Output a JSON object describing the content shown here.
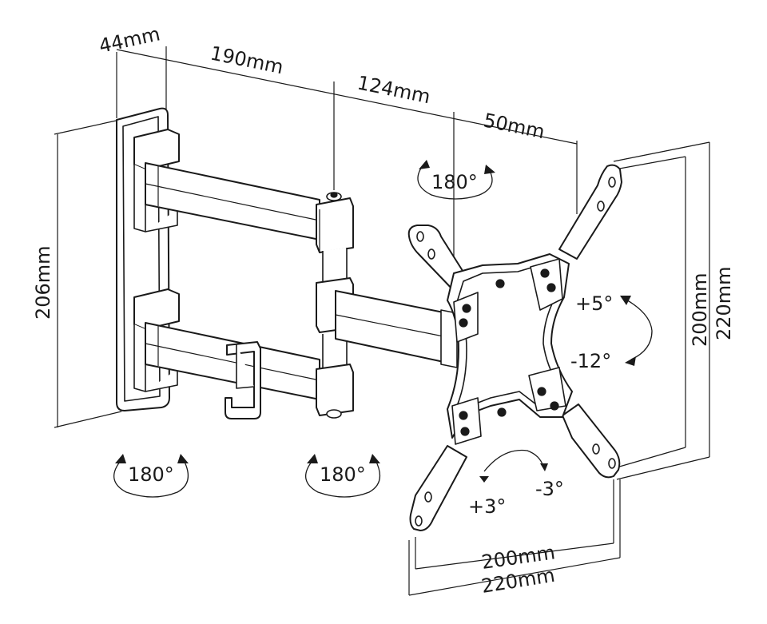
{
  "dimensions": {
    "wall_plate_depth": "44mm",
    "arm_1": "190mm",
    "arm_2": "124mm",
    "plate_offset": "50mm",
    "height": "206mm",
    "vesa_v_inner": "200mm",
    "vesa_v_outer": "220mm",
    "vesa_h_inner": "200mm",
    "vesa_h_outer": "220mm"
  },
  "rotations": {
    "swivel_top": "180°",
    "swivel_wall": "180°",
    "swivel_elbow": "180°",
    "tilt_up": "+5°",
    "tilt_down": "-12°",
    "level_plus": "+3°",
    "level_minus": "-3°"
  },
  "colors": {
    "line": "#1a1a1a",
    "background": "#ffffff"
  }
}
